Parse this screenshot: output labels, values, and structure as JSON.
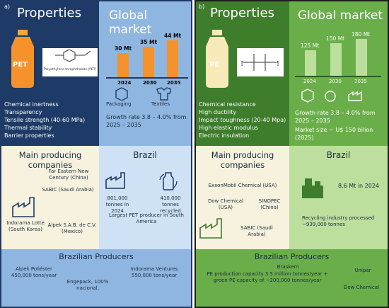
{
  "a": {
    "label": "a)",
    "properties": {
      "title": "Properties",
      "bottle_text": "PET",
      "molecule_caption": "Polyethylene terephthalate (PET)",
      "list": [
        "Chemical inertness",
        "Transparency",
        "Tensile strength (40-60 MPa)",
        "Thermal stability",
        "Barrier properties"
      ]
    },
    "market": {
      "title": "Global market",
      "bars": [
        {
          "year": "2024",
          "value_label": "30 Mt",
          "value": 30
        },
        {
          "year": "2030",
          "value_label": "35 Mt",
          "value": 35
        },
        {
          "year": "2035",
          "value_label": "44 Mt",
          "value": 44
        }
      ],
      "apps": [
        "Packaging",
        "Textiles"
      ],
      "growth": "Growth rate 3.8 – 4.0% from 2025 – 2035"
    },
    "producers": {
      "title": "Main producing companies",
      "companies": [
        "Far Eastern New Century (China)",
        "SABIC (Saudi Arabia)",
        "Indorama Lotte (South Korea)",
        "Alpek S.A.B. de C.V. (Mexico)"
      ]
    },
    "brazil": {
      "title": "Brazil",
      "produced": "801,000 tonnes in 2024",
      "recycled": "410,000 tonnes recycled",
      "largest": "Largest PET producer in South America"
    },
    "br_producers": {
      "title": "Brazilian Producers",
      "items": [
        "Alpek Poliéster 450,000 tons/year",
        "Engepack, 100% nacional,",
        "Indorama Ventures 550,000 tons/year"
      ]
    }
  },
  "b": {
    "label": "b)",
    "properties": {
      "title": "Properties",
      "bottle_text": "PE",
      "list": [
        "Chemical resistance",
        "High ductility",
        "Impact toughness (20-40 Mpa)",
        "High elastic modulus",
        "Electric insulation"
      ]
    },
    "market": {
      "title": "Global market",
      "bars": [
        {
          "year": "2024",
          "value_label": "125 Mt",
          "value": 125
        },
        {
          "year": "2030",
          "value_label": "150 Mt",
          "value": 150
        },
        {
          "year": "2035",
          "value_label": "180 Mt",
          "value": 180
        }
      ],
      "growth": "Growth rate 3.8 – 4.0% from 2025 – 2035",
      "size": "Market size ~ U$ 150 bilion (2025)"
    },
    "producers": {
      "title": "Main producing companies",
      "companies": [
        "ExxonMobil Chemical (USA)",
        "Dow Chemical (USA)",
        "SINOPEC (China)",
        "SABIC (Saudi Arabia)"
      ]
    },
    "brazil": {
      "title": "Brazil",
      "produced": "8.6 Mt in 2024",
      "recycling": "Recycling industry processed ~939,000 tonnes"
    },
    "br_producers": {
      "title": "Brazilian Producers",
      "items": [
        "Braskem",
        "PE production capacity 3.5 million tonnes/year + green PE capacity of ~200,000 tonnes/year",
        "Unipar",
        "Dow Chemical"
      ]
    }
  },
  "colors": {
    "navy": "#1d3b66",
    "blue_light": "#8fb6e0",
    "blue_pale": "#cfe1f4",
    "orange": "#f5922b",
    "green_dark": "#3e7d2b",
    "green_light": "#6aae4a",
    "green_pale": "#bddf9d",
    "cream": "#f6f2de",
    "bottle_pe": "#f7e9b8"
  }
}
